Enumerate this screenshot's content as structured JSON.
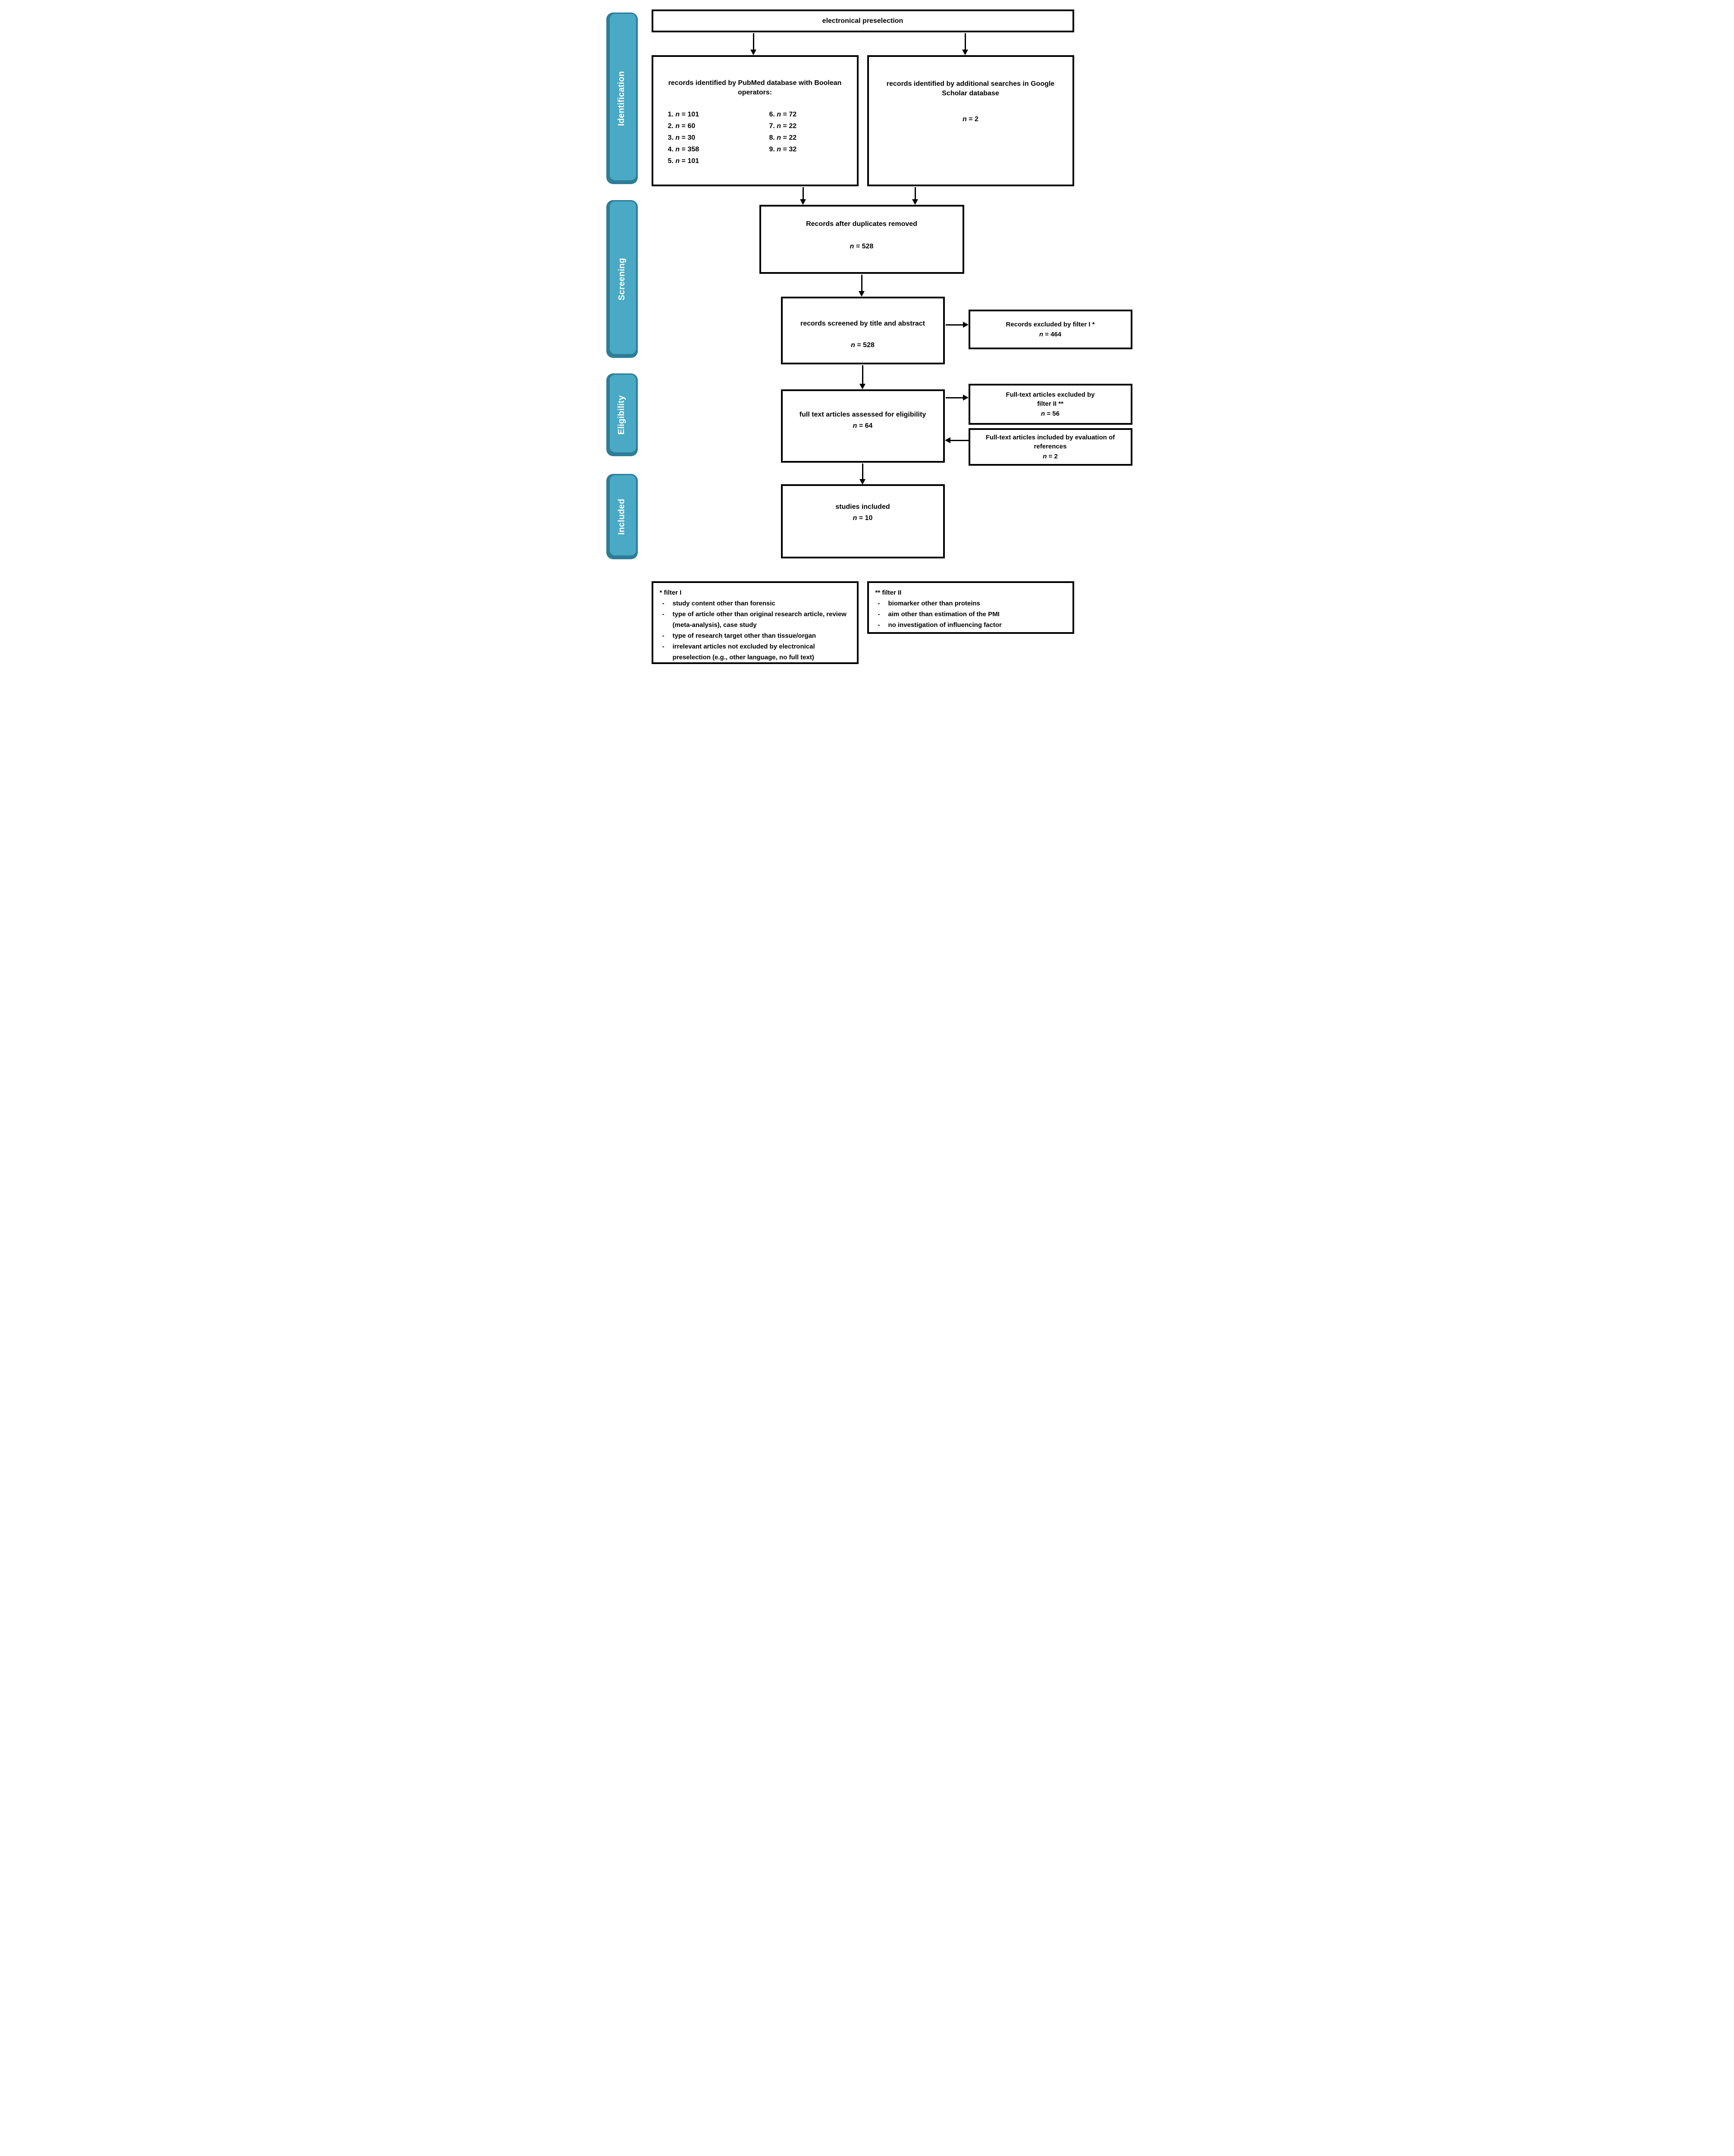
{
  "stages": [
    {
      "label": "Identification"
    },
    {
      "label": "Screening"
    },
    {
      "label": "Eligibility"
    },
    {
      "label": "Included"
    }
  ],
  "colors": {
    "stage_fill": "#4AA9C4",
    "stage_border": "#2E7D96",
    "stage_text": "#FFFFFF",
    "line": "#000000"
  },
  "boxes": {
    "preselection": {
      "title": "electronical preselection"
    },
    "pubmed": {
      "title": "records identified by PubMed database with Boolean operators:",
      "list_col1": [
        "1. n = 101",
        "2. n = 60",
        "3. n = 30",
        "4. n = 358",
        "5. n = 101"
      ],
      "list_col2": [
        "6. n = 72",
        "7. n = 22",
        "8. n = 22",
        "9. n = 32"
      ]
    },
    "google": {
      "title": "records identified by additional searches in Google Scholar database",
      "count": "n = 2"
    },
    "duplicates": {
      "title": "Records after duplicates removed",
      "count": "n = 528"
    },
    "screened": {
      "title": "records screened by title and abstract",
      "count": "n = 528"
    },
    "excluded_filter1": {
      "lines": [
        "Records excluded by filter I *"
      ],
      "count": "n = 464"
    },
    "fulltext": {
      "title": "full text articles assessed for eligibility",
      "count": "n = 64"
    },
    "excluded_filter2": {
      "lines": [
        "Full-text articles excluded by",
        "filter II **"
      ],
      "count": "n = 56"
    },
    "references": {
      "lines": [
        "Full-text articles included by evaluation of",
        "references"
      ],
      "count": "n = 2"
    },
    "included": {
      "title": "studies included",
      "count": "n = 10"
    }
  },
  "notes": {
    "filter1": {
      "title": "* filter I",
      "items": [
        "study content other than forensic",
        "type of article other than original research article, review (meta-analysis), case study",
        "type of research target other than tissue/organ",
        "irrelevant articles not excluded by electronical preselection (e.g., other language, no full text)"
      ]
    },
    "filter2": {
      "title": "** filter II",
      "items": [
        "biomarker other than proteins",
        "aim other than estimation of the PMI",
        "no investigation of influencing factor"
      ]
    }
  }
}
